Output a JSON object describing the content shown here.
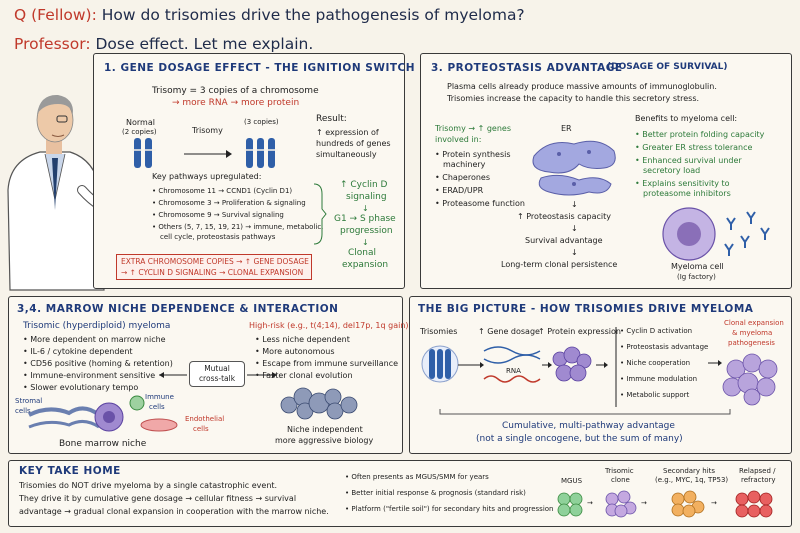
{
  "header": {
    "question_label": "Q (Fellow):",
    "question": "How do trisomies drive the pathogenesis of myeloma?",
    "professor_label": "Professor:",
    "answer": "Dose effect. Let me explain."
  },
  "panel1": {
    "title": "1. GENE DOSAGE EFFECT - THE IGNITION SWITCH",
    "trisomy_def": "Trisomy = 3 copies of a chromosome",
    "trisomy_arrow": "→ more RNA → more protein",
    "normal_label": "Normal",
    "normal_copies": "(2 copies)",
    "trisomy_label": "Trisomy",
    "trisomy_copies": "(3 copies)",
    "result_label": "Result:",
    "result_lines": [
      "↑ expression of",
      "hundreds of genes",
      "simultaneously"
    ],
    "pathways_title": "Key pathways upregulated:",
    "pathways": [
      {
        "chrom": "Chromosome 11",
        "effect": "→ CCND1 (Cyclin D1)"
      },
      {
        "chrom": "Chromosome 3",
        "effect": "→ Proliferation & signaling"
      },
      {
        "chrom": "Chromosome 9",
        "effect": "→ Survival signaling"
      },
      {
        "chrom": "Others (5, 7, 15, 19, 21)",
        "effect": "→ immune, metabolic,"
      }
    ],
    "pathways_cont": "cell cycle, proteostasis pathways",
    "box_line1": "EXTRA CHROMOSOME COPIES → ↑ GENE DOSAGE",
    "box_line2": "→ ↑ CYCLIN D SIGNALING → CLONAL EXPANSION",
    "flow": [
      "↑ Cyclin D",
      "signaling",
      "G1 → S phase",
      "progression",
      "Clonal",
      "expansion"
    ]
  },
  "panel3": {
    "title": "3. PROTEOSTASIS ADVANTAGE",
    "subtitle": "(DOSAGE OF SURVIVAL)",
    "intro1": "Plasma cells already produce massive amounts of immunoglobulin.",
    "intro2": "Trisomies increase the capacity to handle this secretory stress.",
    "genes_title1": "Trisomy → ↑ genes",
    "genes_title2": "involved in:",
    "genes": [
      "Protein synthesis",
      "machinery",
      "Chaperones",
      "ERAD/UPR",
      "Proteasome function"
    ],
    "er_label": "ER",
    "flow": [
      "↑ Proteostasis capacity",
      "Survival advantage",
      "Long-term clonal persistence"
    ],
    "benefits_title": "Benefits to myeloma cell:",
    "benefits": [
      "Better protein folding capacity",
      "Greater ER stress tolerance",
      "Enhanced survival under",
      "secretory load",
      "Explains sensitivity to",
      "proteasome inhibitors"
    ],
    "cell_label1": "Myeloma cell",
    "cell_label2": "(Ig factory)"
  },
  "panel34": {
    "title": "3,4. MARROW NICHE DEPENDENCE & INTERACTION",
    "left_title": "Trisomic (hyperdiploid) myeloma",
    "left_items": [
      "More dependent on marrow niche",
      "IL-6 / cytokine dependent",
      "CD56 positive (homing & retention)",
      "Immune-environment sensitive",
      "Slower evolutionary tempo"
    ],
    "right_title": "High-risk (e.g., t(4;14), del17p, 1q gain)",
    "right_items": [
      "Less niche dependent",
      "More autonomous",
      "Escape from immune surveillance",
      "Faster clonal evolution"
    ],
    "crosstalk1": "Mutual",
    "crosstalk2": "cross-talk",
    "stromal": "Stromal",
    "stromal2": "cells",
    "immune": "Immune",
    "immune2": "cells",
    "endothelial": "Endothelial",
    "endothelial2": "cells",
    "niche_label": "Bone marrow niche",
    "indep1": "Niche independent",
    "indep2": "more aggressive biology"
  },
  "bigpicture": {
    "title": "THE BIG PICTURE - HOW TRISOMIES DRIVE MYELOMA",
    "steps": [
      "Trisomies",
      "↑ Gene dosage",
      "↑ Protein expression"
    ],
    "rna_label": "RNA",
    "mechanisms": [
      "Cyclin D activation",
      "Proteostasis advantage",
      "Niche cooperation",
      "Immune modulation",
      "Metabolic support"
    ],
    "outcome": [
      "Clonal expansion",
      "& myeloma",
      "pathogenesis"
    ],
    "cumulative": "Cumulative, multi-pathway advantage",
    "cumulative2": "(not a single oncogene, but the sum of many)"
  },
  "takehome": {
    "title": "KEY TAKE HOME",
    "line1": "Trisomies do NOT drive myeloma by a single catastrophic event.",
    "line2a": "They drive it by",
    "line2b": "cumulative gene dosage",
    "line2c": "→ cellular fitness → survival",
    "line3": "advantage → gradual clonal expansion in cooperation with the marrow niche.",
    "bullets": [
      "Often presents as MGUS/SMM for years",
      "Better initial response & prognosis (standard risk)",
      "Platform (\"fertile soil\") for secondary hits and progression"
    ],
    "stages": [
      {
        "label": "MGUS",
        "label2": ""
      },
      {
        "label": "Trisomic",
        "label2": "clone"
      },
      {
        "label": "Secondary hits",
        "label2": "(e.g., MYC, 1q, TP53)"
      },
      {
        "label": "Relapsed /",
        "label2": "refractory"
      }
    ]
  },
  "colors": {
    "ink_blue": "#1f3a7a",
    "accent_red": "#c0392b",
    "chromosome_blue": "#2f5fa8",
    "cell_purple": "#8a6fb8"
  }
}
